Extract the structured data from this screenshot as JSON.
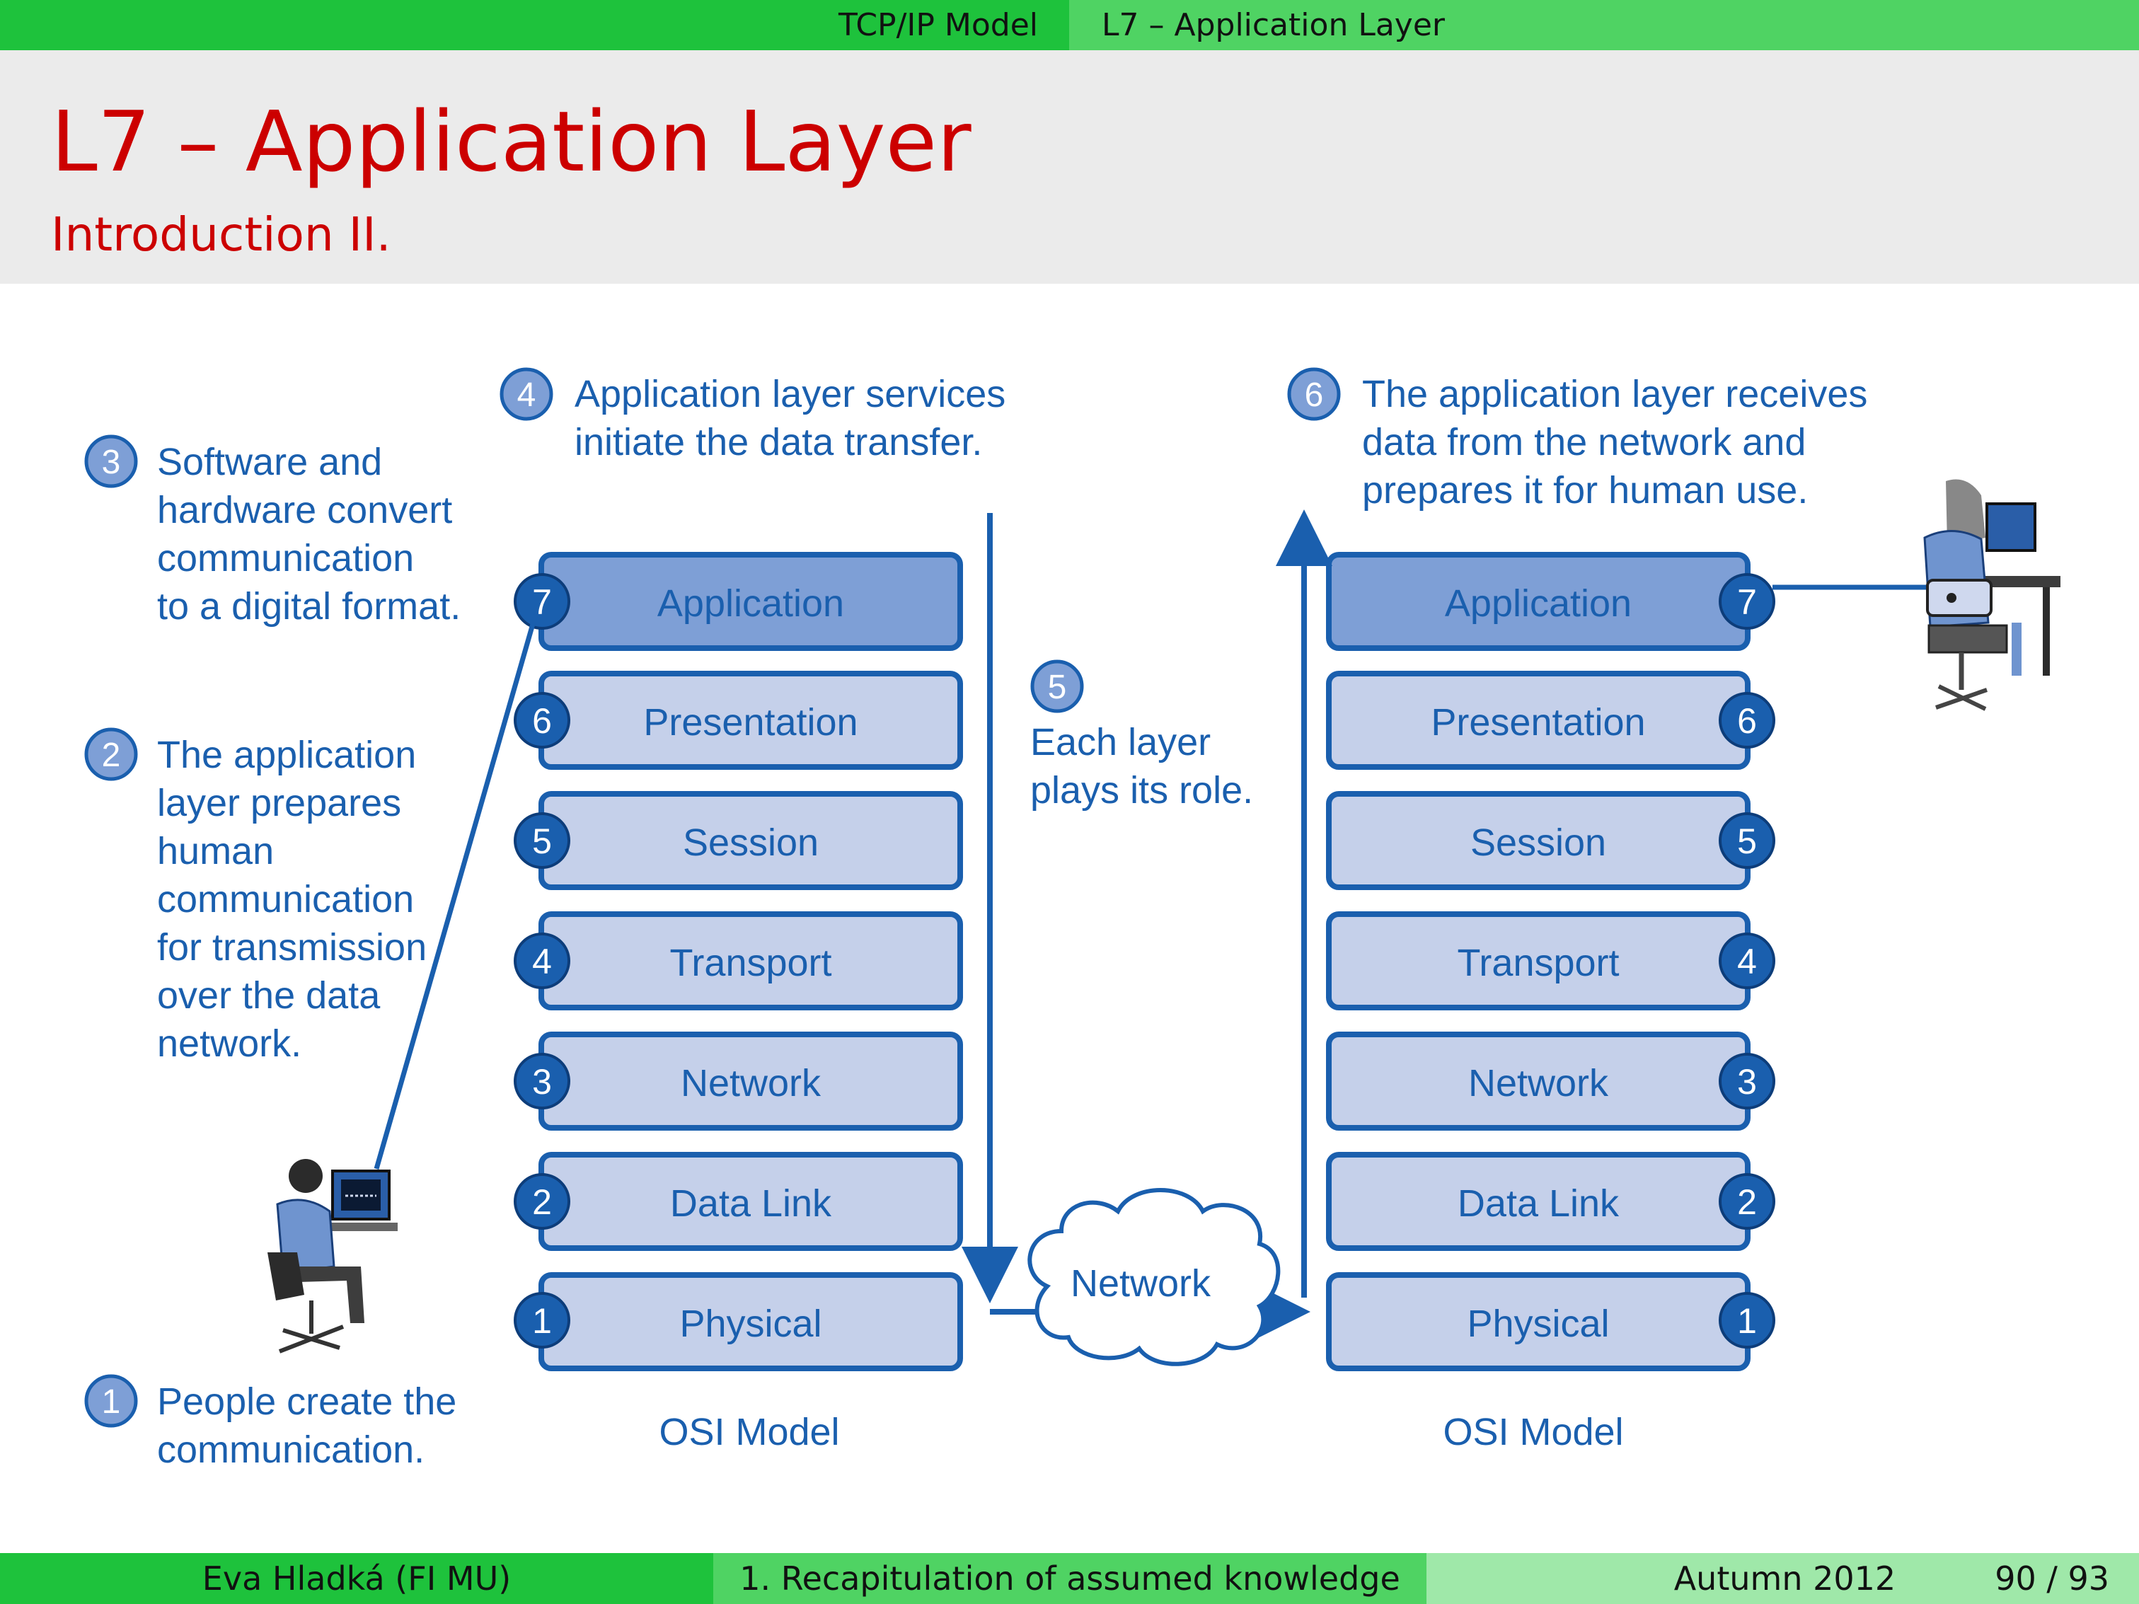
{
  "top_bar": {
    "section": "TCP/IP Model",
    "subsection": "L7 – Application Layer"
  },
  "header": {
    "title": "L7 – Application Layer",
    "subtitle": "Introduction II."
  },
  "colors": {
    "diagram_blue": "#1a5fae",
    "layer_fill": "#c5d0ea",
    "app_fill": "#7e9fd6",
    "title_red": "#cc0000"
  },
  "steps": {
    "s1": {
      "num": "1",
      "lines": [
        "People create the",
        "communication."
      ]
    },
    "s2": {
      "num": "2",
      "lines": [
        "The application",
        "layer prepares",
        "human",
        "communication",
        "for transmission",
        "over the data",
        "network."
      ]
    },
    "s3": {
      "num": "3",
      "lines": [
        "Software and",
        "hardware convert",
        "communication",
        "to a digital format."
      ]
    },
    "s4": {
      "num": "4",
      "lines": [
        "Application layer services",
        "initiate the data transfer."
      ]
    },
    "s5": {
      "num": "5",
      "lines": [
        "Each layer",
        "plays its role."
      ]
    },
    "s6": {
      "num": "6",
      "lines": [
        "The application layer receives",
        "data from the network and",
        "prepares it for human use."
      ]
    }
  },
  "osi_layers": [
    {
      "num": "7",
      "name": "Application"
    },
    {
      "num": "6",
      "name": "Presentation"
    },
    {
      "num": "5",
      "name": "Session"
    },
    {
      "num": "4",
      "name": "Transport"
    },
    {
      "num": "3",
      "name": "Network"
    },
    {
      "num": "2",
      "name": "Data Link"
    },
    {
      "num": "1",
      "name": "Physical"
    }
  ],
  "osi_caption": "OSI Model",
  "cloud_label": "Network",
  "footer": {
    "author": "Eva Hladká  (FI MU)",
    "course": "1. Recapitulation of assumed knowledge",
    "date": "Autumn 2012",
    "page": "90 / 93"
  }
}
